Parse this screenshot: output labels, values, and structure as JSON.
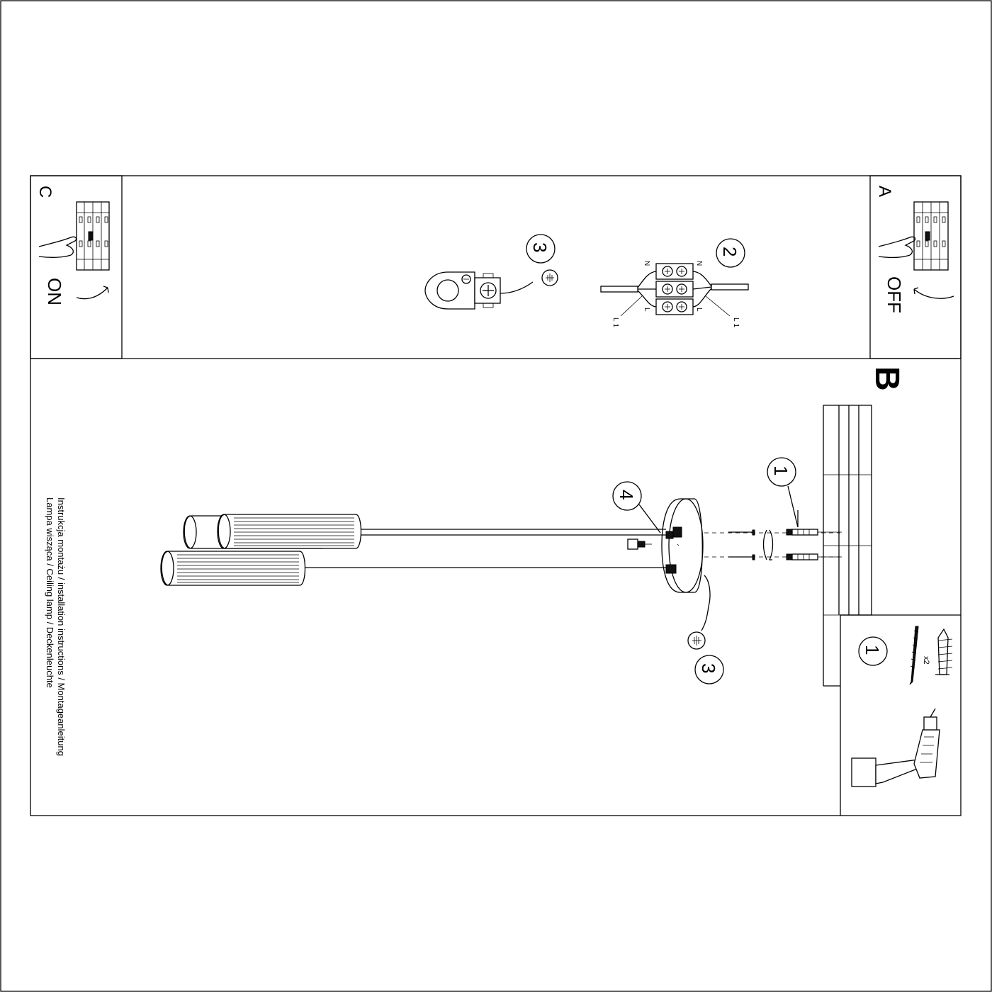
{
  "panels": {
    "a": {
      "letter": "A",
      "label": "OFF"
    },
    "b": {
      "letter": "B"
    },
    "c": {
      "letter": "C",
      "label": "ON"
    }
  },
  "steps": {
    "one": "1",
    "two": "2",
    "three": "3",
    "four": "4"
  },
  "wiring": {
    "n_left": "N",
    "n_right": "N",
    "l_left": "L",
    "l_right": "L",
    "l1_left": "L1",
    "l1_right": "L1"
  },
  "kit": {
    "quantity": "x2"
  },
  "title": {
    "line1": "Instrukcja montażu / installation instructions / Montageanleitung",
    "line2": "Lampa wisząca / Ceiling lamp / Deckenleuchte"
  },
  "icons": [
    "earth-ground-icon",
    "power-drill-icon",
    "hand-icon",
    "circuit-breaker-icon",
    "arrow-icon"
  ]
}
